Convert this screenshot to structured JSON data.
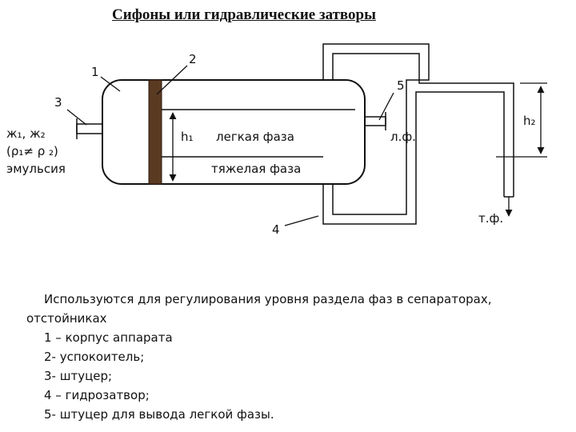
{
  "title": "Сифоны или гидравлические затворы",
  "labels": {
    "n1": "1",
    "n2": "2",
    "n3": "3",
    "n4": "4",
    "n5": "5",
    "feed_line1": "ж₁, ж₂",
    "feed_line2": "(ρ₁≠ ρ ₂)",
    "feed_line3": "эмульсия",
    "h1": "h₁",
    "h2": "h₂",
    "light_phase": "легкая фаза",
    "heavy_phase": "тяжелая фаза",
    "light_out": "л.ф.",
    "heavy_out": "т.ф."
  },
  "description": {
    "intro_line1": "Используются для регулирования уровня раздела фаз в сепараторах,",
    "intro_line2": "отстойниках",
    "items": [
      "1 – корпус аппарата",
      "2- успокоитель;",
      "3- штуцер;",
      "4 – гидрозатвор;",
      "5- штуцер для вывода легкой фазы."
    ]
  }
}
